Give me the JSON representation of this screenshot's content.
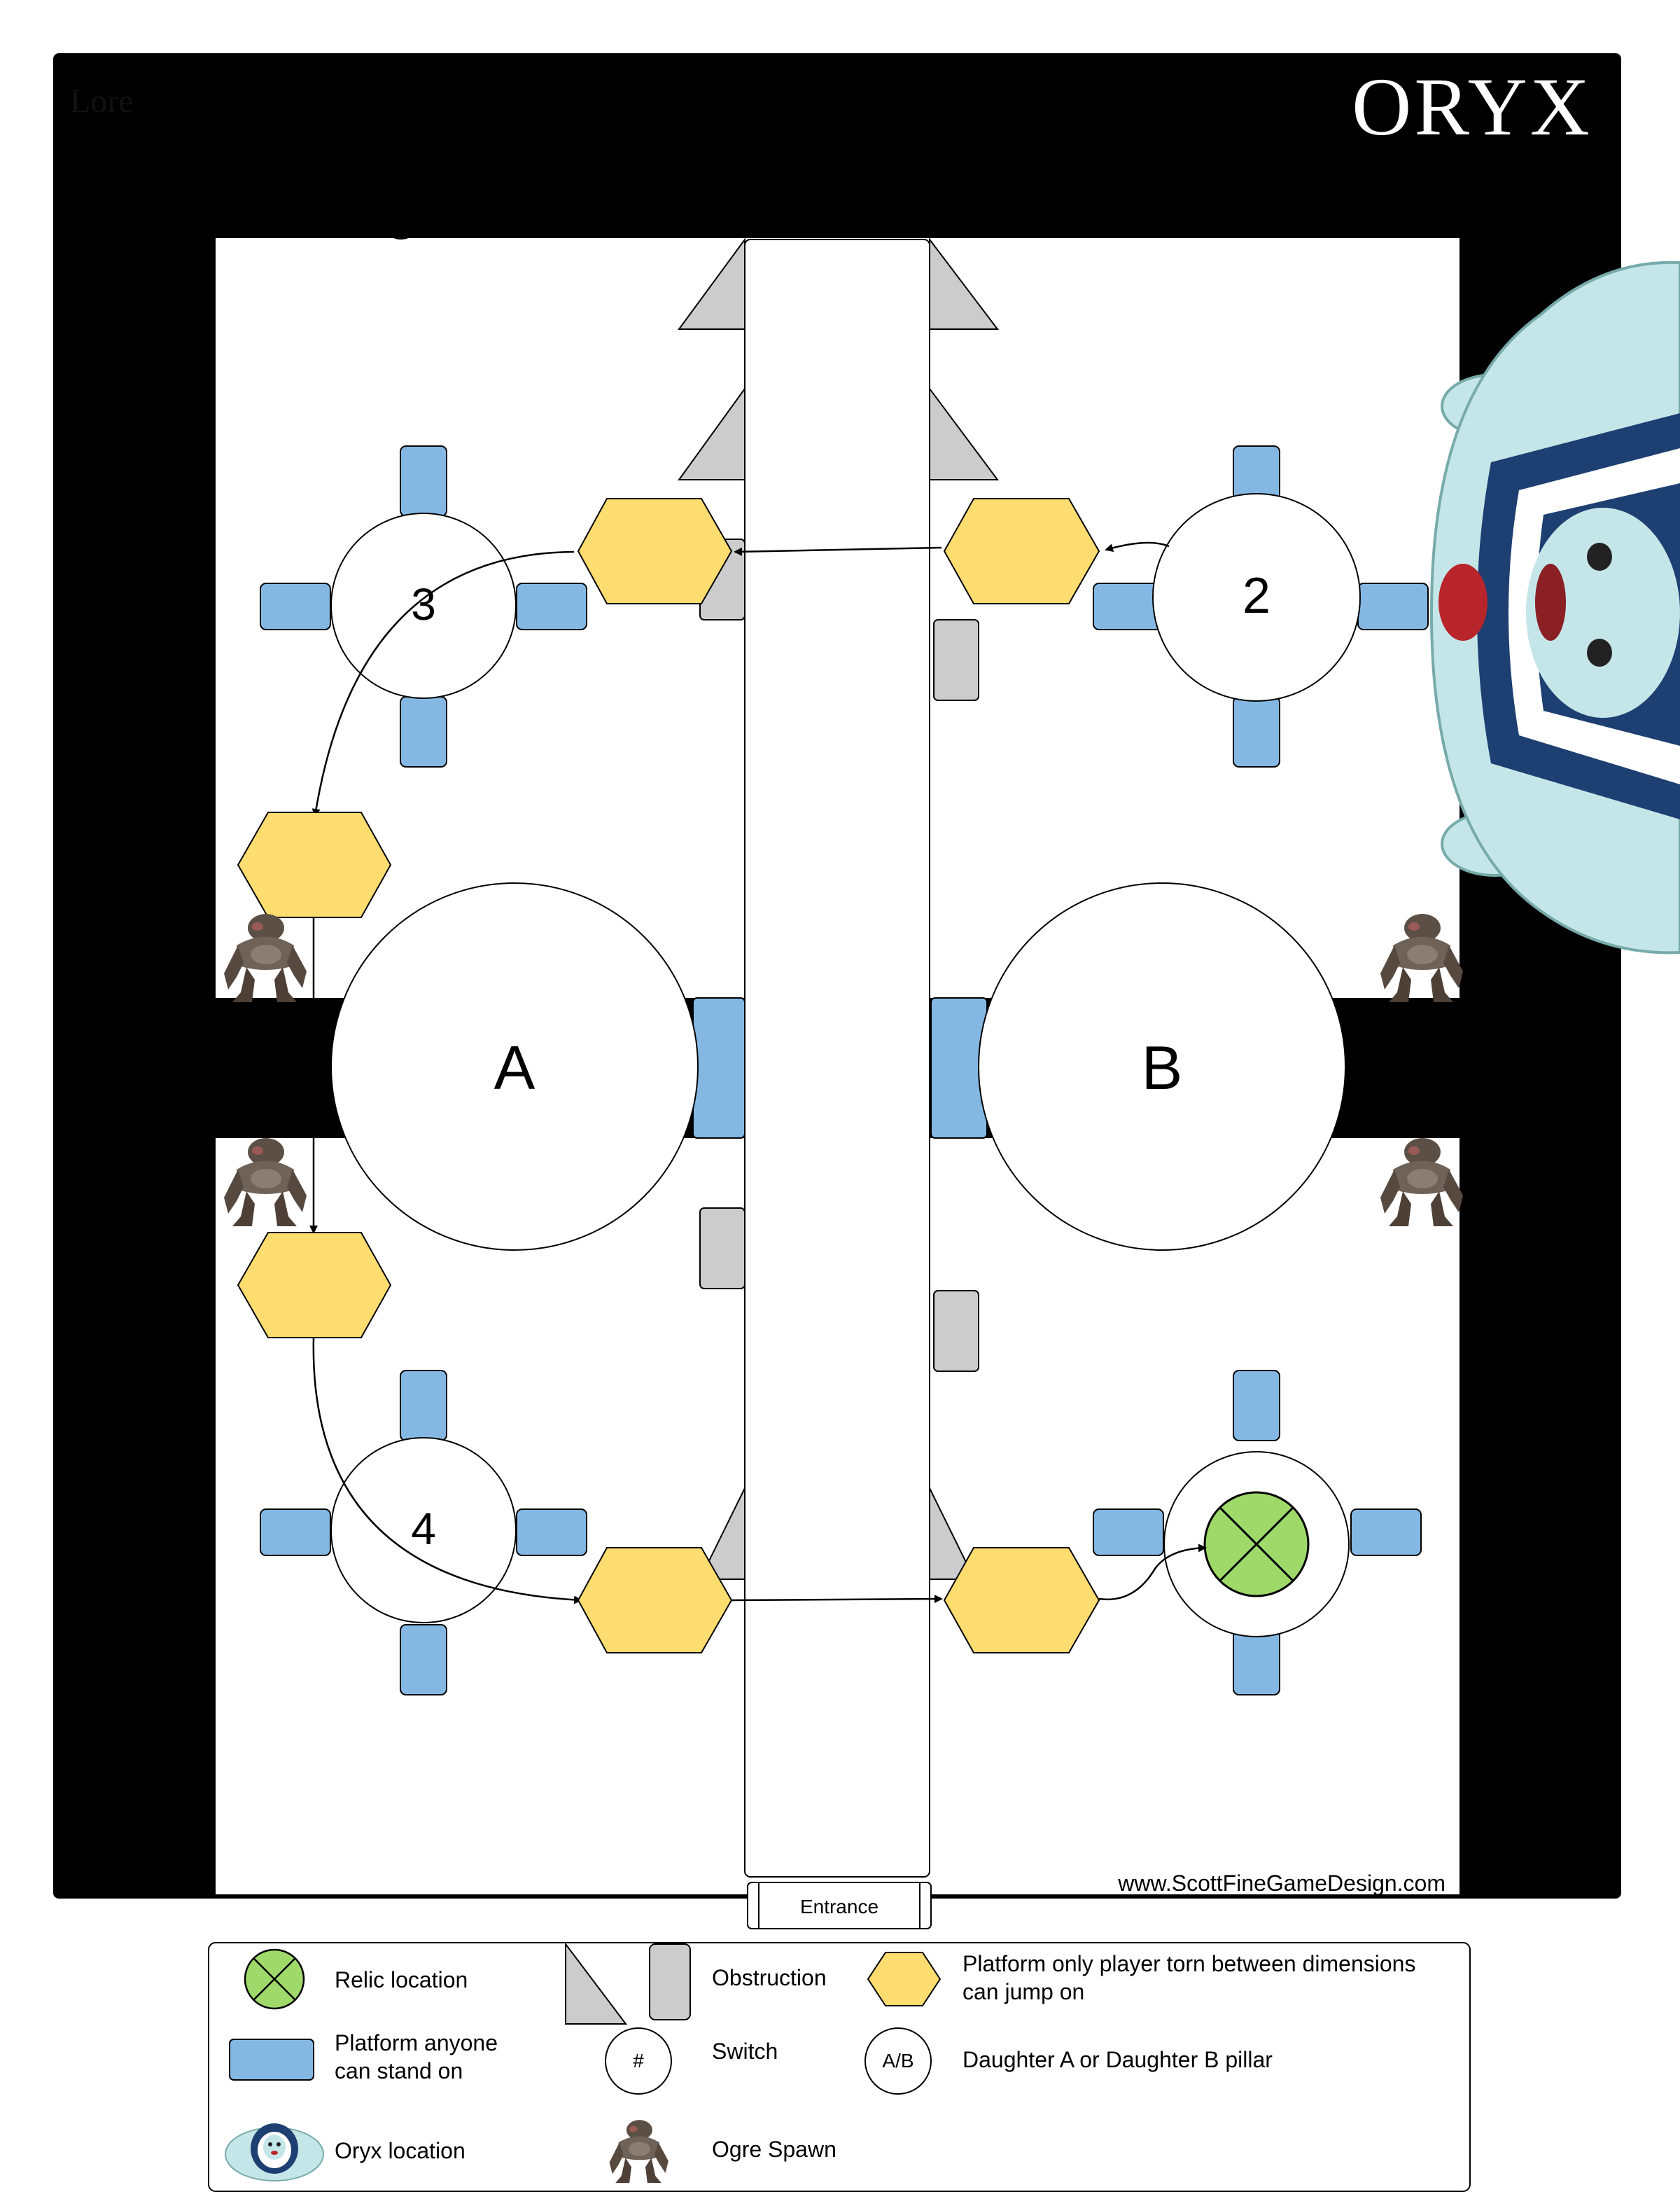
{
  "header": {
    "title": "Switch/Ogre Order: 2, 3, 4, 1",
    "brand": "ORYX"
  },
  "map": {
    "switches": [
      "3",
      "2",
      "4"
    ],
    "pillars": [
      "A",
      "B"
    ],
    "entrance_label": "Entrance",
    "website": "www.ScottFineGameDesign.com"
  },
  "legend": {
    "relic": "Relic location",
    "obstruction": "Obstruction",
    "jump_platform_line1": "Platform only player torn between dimensions",
    "jump_platform_line2": "can jump on",
    "platform_line1": "Platform anyone",
    "platform_line2": "can stand on",
    "switch_symbol": "#",
    "switch": "Switch",
    "pillar_symbol": "A/B",
    "pillar": "Daughter A or Daughter B pillar",
    "oryx": "Oryx location",
    "ogre": "Ogre Spawn"
  },
  "colors": {
    "background": "#000000",
    "floor": "#ffffff",
    "platform_blue": "#84b8e3",
    "jump_yellow": "#fddc70",
    "obstruction_gray": "#cccccc",
    "relic_green": "#9ed96a",
    "oryx_navy": "#1d3f72",
    "oryx_body": "#c5e6e8",
    "ogre_brown": "#6b5a4c"
  },
  "icons": {
    "oryx": "marshmallow-mascot-icon",
    "ogre": "ogre-icon",
    "relic": "relic-x-icon"
  }
}
